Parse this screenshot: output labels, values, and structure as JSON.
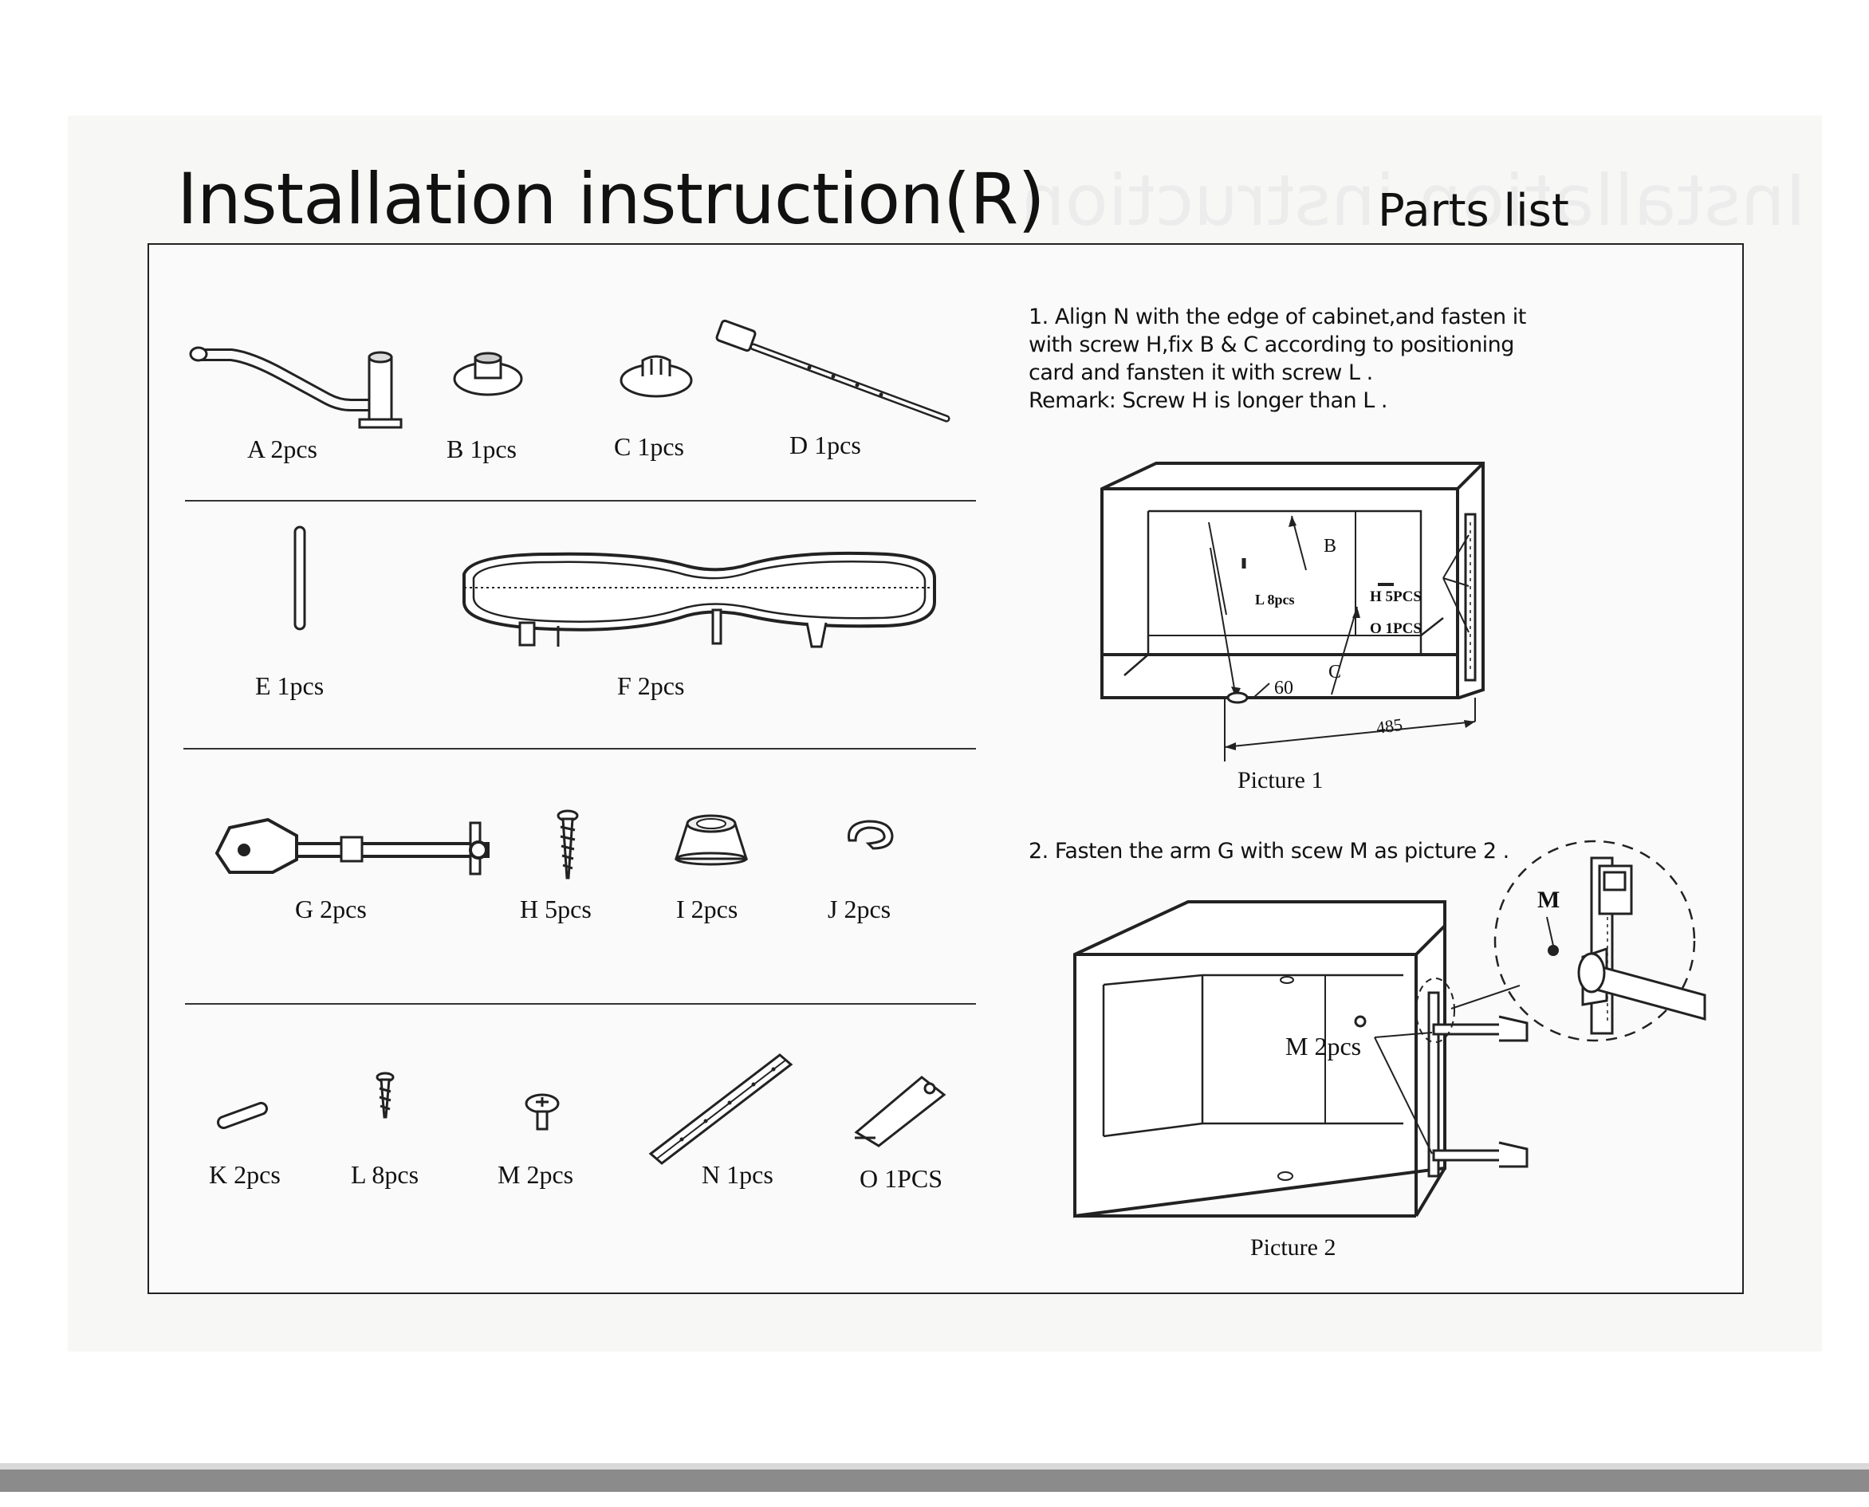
{
  "header": {
    "title": "Installation instruction(R)",
    "subtitle": "Parts list"
  },
  "parts": [
    {
      "label": "A 2pcs"
    },
    {
      "label": "B 1pcs"
    },
    {
      "label": "C 1pcs"
    },
    {
      "label": "D 1pcs"
    },
    {
      "label": "E 1pcs"
    },
    {
      "label": "F 2pcs"
    },
    {
      "label": "G 2pcs"
    },
    {
      "label": "H 5pcs"
    },
    {
      "label": "I 2pcs"
    },
    {
      "label": "J 2pcs"
    },
    {
      "label": "K 2pcs"
    },
    {
      "label": "L 8pcs"
    },
    {
      "label": "M 2pcs"
    },
    {
      "label": "N 1pcs"
    },
    {
      "label": "O 1PCS"
    }
  ],
  "steps": {
    "step1": {
      "lines": [
        "1. Align N with the edge of cabinet,and fasten it",
        "with screw H,fix B & C according to positioning",
        "card and fansten it with screw L .",
        "Remark: Screw H is longer than L ."
      ]
    },
    "step2": {
      "text": "2. Fasten the arm G with scew M as picture 2 ."
    }
  },
  "picture1": {
    "caption": "Picture 1",
    "labels": {
      "b": "B",
      "c": "C",
      "l_8pcs": "L 8pcs",
      "h_5pcs": "H 5PCS",
      "o_1pcs": "O 1PCS",
      "dim_60": "60",
      "dim_485": "485"
    }
  },
  "picture2": {
    "caption": "Picture 2",
    "labels": {
      "m_2pcs": "M 2pcs",
      "m": "M"
    }
  }
}
